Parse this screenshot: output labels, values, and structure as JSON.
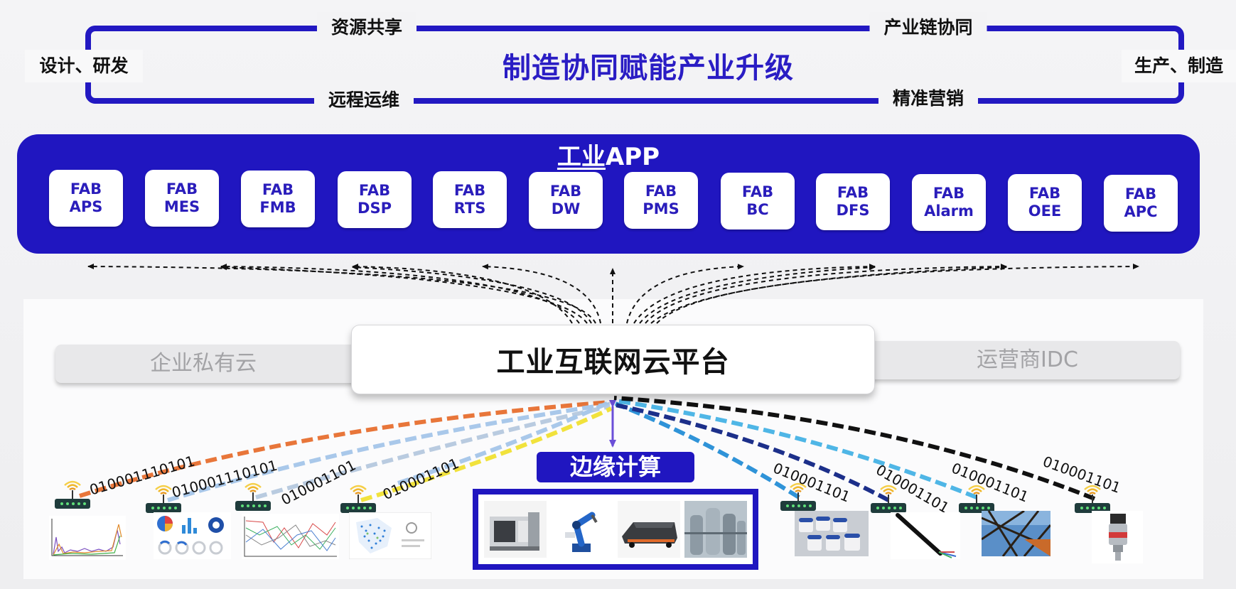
{
  "top": {
    "title": "制造协同赋能产业升级",
    "left_label": "设计、研发",
    "right_label": "生产、制造",
    "top_left_tag": "资源共享",
    "top_right_tag": "产业链协同",
    "bottom_left_tag": "远程运维",
    "bottom_right_tag": "精准营销"
  },
  "app_panel": {
    "title_underlined": "工业",
    "title_rest": "APP",
    "apps": [
      {
        "line1": "FAB",
        "line2": "APS"
      },
      {
        "line1": "FAB",
        "line2": "MES"
      },
      {
        "line1": "FAB",
        "line2": "FMB"
      },
      {
        "line1": "FAB",
        "line2": "DSP"
      },
      {
        "line1": "FAB",
        "line2": "RTS"
      },
      {
        "line1": "FAB",
        "line2": "DW"
      },
      {
        "line1": "FAB",
        "line2": "PMS"
      },
      {
        "line1": "FAB",
        "line2": "BC"
      },
      {
        "line1": "FAB",
        "line2": "DFS"
      },
      {
        "line1": "FAB",
        "line2": "Alarm"
      },
      {
        "line1": "FAB",
        "line2": "OEE"
      },
      {
        "line1": "FAB",
        "line2": "APC"
      }
    ]
  },
  "cloud": {
    "platform": "工业互联网云平台",
    "private_cloud": "企业私有云",
    "idc": "运营商IDC"
  },
  "edge": {
    "label": "边缘计算",
    "equipment_icons": [
      "cnc-machine-icon",
      "robot-arm-icon",
      "agv-vehicle-icon",
      "industrial-plant-icon"
    ]
  },
  "binary_streams": [
    "010001110101",
    "010001110101",
    "010001101",
    "010001101",
    "010001101",
    "010001101",
    "010001101",
    "010001101"
  ],
  "data_sources": {
    "left_icons": [
      "line-chart-icon",
      "dashboard-icon",
      "multi-line-chart-icon",
      "scatter-map-icon"
    ],
    "right_icons": [
      "sample-containers-icon",
      "fiber-cable-icon",
      "steel-tower-icon",
      "pressure-sensor-icon"
    ]
  },
  "colors": {
    "brand_blue": "#2016c0",
    "title_blue": "#2a1dc4",
    "stream_orange": "#e8763a",
    "stream_light_blue": "#a9c8ea",
    "stream_yellow": "#f1e23c",
    "stream_cyan": "#2f93d8",
    "stream_black": "#111111",
    "edge_link_purple": "#6b4fd8"
  }
}
